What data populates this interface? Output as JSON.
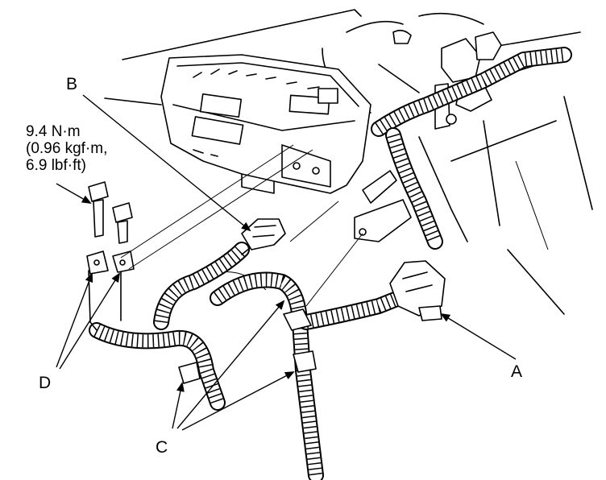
{
  "labels": {
    "a": "A",
    "b": "B",
    "c": "C",
    "d": "D"
  },
  "torque": {
    "line1": "9.4 N·m",
    "line2": "(0.96 kgf·m,",
    "line3": "6.9 lbf·ft)"
  },
  "colors": {
    "ink": "#000000",
    "background": "#ffffff"
  }
}
